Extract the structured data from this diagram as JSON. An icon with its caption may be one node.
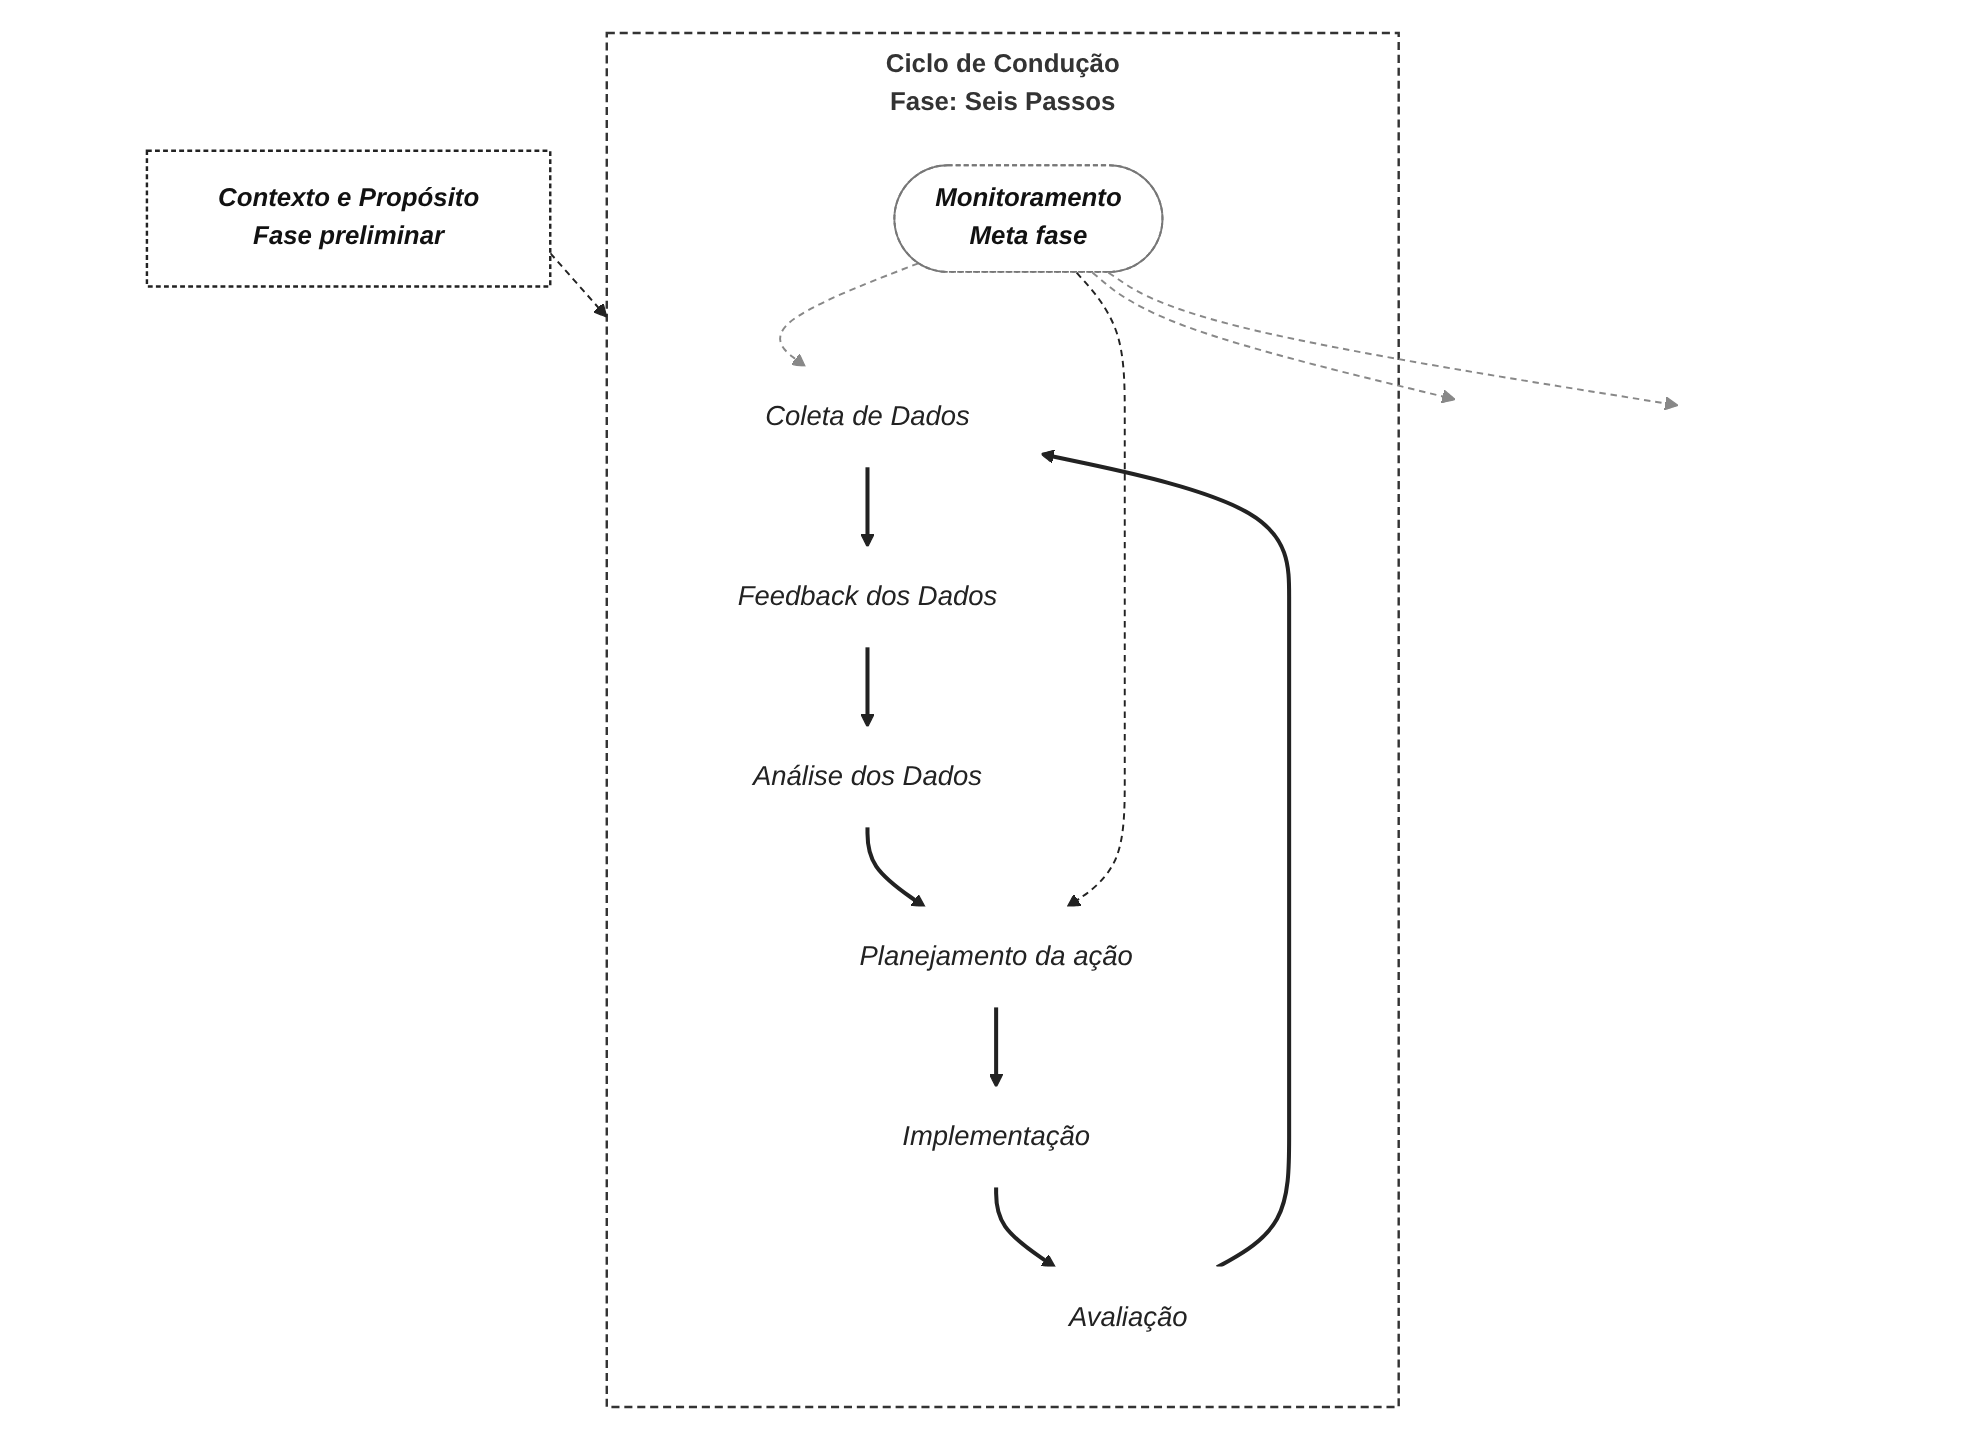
{
  "diagram": {
    "nodes": [
      {
        "text": [
          "Contexto e Propósito",
          "Fase preliminar"
        ]
      },
      {
        "text": [
          "Ciclo de Condução",
          "Fase: Seis Passos"
        ]
      },
      {
        "text": [
          "Coleta de Dados"
        ],
        "in": 1
      },
      {
        "text": [
          "Feedback dos Dados"
        ],
        "in": 1
      },
      {
        "text": [
          "Análise dos Dados"
        ],
        "in": 1
      },
      {
        "text": [
          "Planejamento da ação"
        ],
        "in": 1
      },
      {
        "text": [
          "Implementação"
        ],
        "in": 1
      },
      {
        "text": [
          "Avaliação"
        ],
        "in": 1
      },
      {
        "text": [
          "Monitoramento",
          "Meta fase"
        ],
        "in": 1
      }
    ],
    "edges": [
      {
        "from": 0,
        "to": 1,
        "arrow": "to",
        "style": "dashed"
      },
      {
        "from": 2,
        "to": 3,
        "arrow": "to"
      },
      {
        "from": 3,
        "to": 4,
        "arrow": "to"
      },
      {
        "from": 4,
        "to": 5,
        "arrow": "to"
      },
      {
        "from": 5,
        "to": 6,
        "arrow": "to"
      },
      {
        "from": 6,
        "to": 7,
        "arrow": "to"
      },
      {
        "from": 7,
        "to": 2,
        "arrow": "to"
      },
      {
        "from": 8,
        "to": 2,
        "arrow": "to",
        "style": "dashed",
        "color": "#888888"
      },
      {
        "from": 8,
        "to": null,
        "arrow": "to",
        "style": "dashed",
        "color": "#888888"
      },
      {
        "from": 8,
        "to": 5,
        "arrow": "to",
        "style": "dashed"
      },
      {
        "from": 8,
        "to": null,
        "arrow": "to",
        "style": "dashed",
        "color": "#888888"
      }
    ]
  }
}
